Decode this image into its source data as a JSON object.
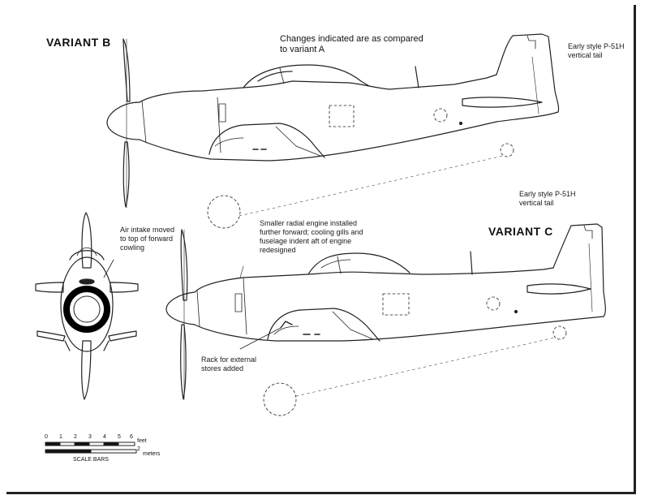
{
  "titles": {
    "variant_b": "VARIANT B",
    "variant_c": "VARIANT C"
  },
  "notes": {
    "changes_line1": "Changes indicated are as compared",
    "changes_line2": "to variant A",
    "tail_b_line1": "Early style P-51H",
    "tail_b_line2": "vertical tail",
    "tail_c_line1": "Early style P-51H",
    "tail_c_line2": "vertical tail",
    "intake_line1": "Air intake moved",
    "intake_line2": "to top of forward",
    "intake_line3": "cowling",
    "engine_line1": "Smaller radial engine installed",
    "engine_line2": "further forward; cooling gills and",
    "engine_line3": "fuselage indent aft of engine",
    "engine_line4": "redesigned",
    "rack_line1": "Rack for external",
    "rack_line2": "stores added"
  },
  "scale": {
    "feet_ticks": [
      "0",
      "1",
      "2",
      "3",
      "4",
      "5",
      "6"
    ],
    "feet_unit": "feet",
    "meter_tick": "2",
    "meter_unit": "meters",
    "caption": "SCALE BARS"
  }
}
